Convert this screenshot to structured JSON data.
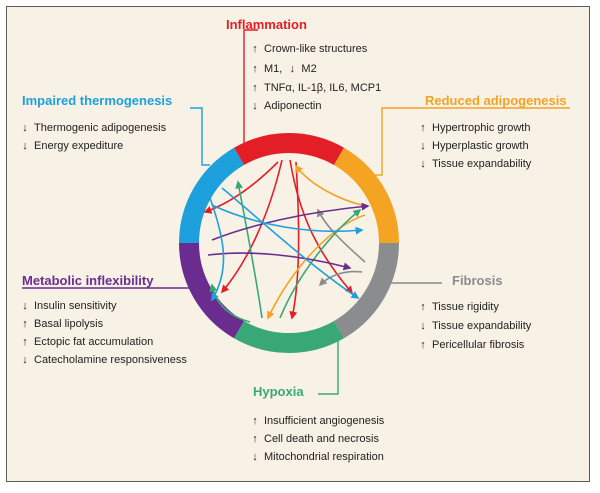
{
  "colors": {
    "inflammation": "#e41e26",
    "reduced_adipogenesis": "#f5a323",
    "fibrosis": "#8a8c8e",
    "hypoxia": "#3aa876",
    "metabolic_inflexibility": "#6a2d8f",
    "impaired_thermogenesis": "#1ea0dc"
  },
  "sections": {
    "inflammation": {
      "title": "Inflammation",
      "items": [
        {
          "dir": "up",
          "text": "Crown-like structures"
        },
        {
          "dir": "up",
          "text": "M1,",
          "dir2": "down",
          "text2": "M2"
        },
        {
          "dir": "up",
          "text": "TNFα, IL-1β, IL6, MCP1"
        },
        {
          "dir": "down",
          "text": "Adiponectin"
        }
      ]
    },
    "impaired_thermogenesis": {
      "title": "Impaired thermogenesis",
      "items": [
        {
          "dir": "down",
          "text": "Thermogenic adipogenesis"
        },
        {
          "dir": "down",
          "text": "Energy expediture"
        }
      ]
    },
    "reduced_adipogenesis": {
      "title": "Reduced adipogenesis",
      "items": [
        {
          "dir": "up",
          "text": "Hypertrophic growth"
        },
        {
          "dir": "down",
          "text": "Hyperplastic growth"
        },
        {
          "dir": "down",
          "text": "Tissue expandability"
        }
      ]
    },
    "metabolic_inflexibility": {
      "title": "Metabolic inflexibility",
      "items": [
        {
          "dir": "down",
          "text": "Insulin sensitivity"
        },
        {
          "dir": "up",
          "text": "Basal lipolysis"
        },
        {
          "dir": "up",
          "text": "Ectopic fat accumulation"
        },
        {
          "dir": "down",
          "text": "Catecholamine responsiveness"
        }
      ]
    },
    "fibrosis": {
      "title": "Fibrosis",
      "items": [
        {
          "dir": "up",
          "text": "Tissue rigidity"
        },
        {
          "dir": "down",
          "text": "Tissue expandability"
        },
        {
          "dir": "up",
          "text": "Pericellular fibrosis"
        }
      ]
    },
    "hypoxia": {
      "title": "Hypoxia",
      "items": [
        {
          "dir": "up",
          "text": "Insufficient angiogenesis"
        },
        {
          "dir": "up",
          "text": "Cell death and necrosis"
        },
        {
          "dir": "down",
          "text": "Mitochondrial respiration"
        }
      ]
    }
  }
}
